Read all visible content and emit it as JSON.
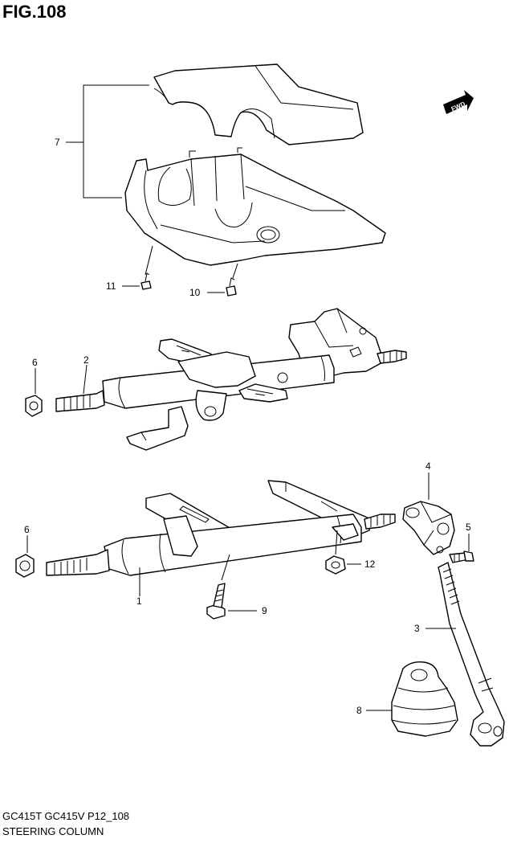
{
  "figure": {
    "title": "FIG.108",
    "code": "GC415T GC415V P12_108",
    "name": "STEERING COLUMN"
  },
  "fwd_badge": "FWD",
  "callouts": {
    "c7": "7",
    "c11": "11",
    "c10": "10",
    "c6a": "6",
    "c2": "2",
    "c6b": "6",
    "c1": "1",
    "c9": "9",
    "c12": "12",
    "c4": "4",
    "c5": "5",
    "c3": "3",
    "c8": "8"
  }
}
